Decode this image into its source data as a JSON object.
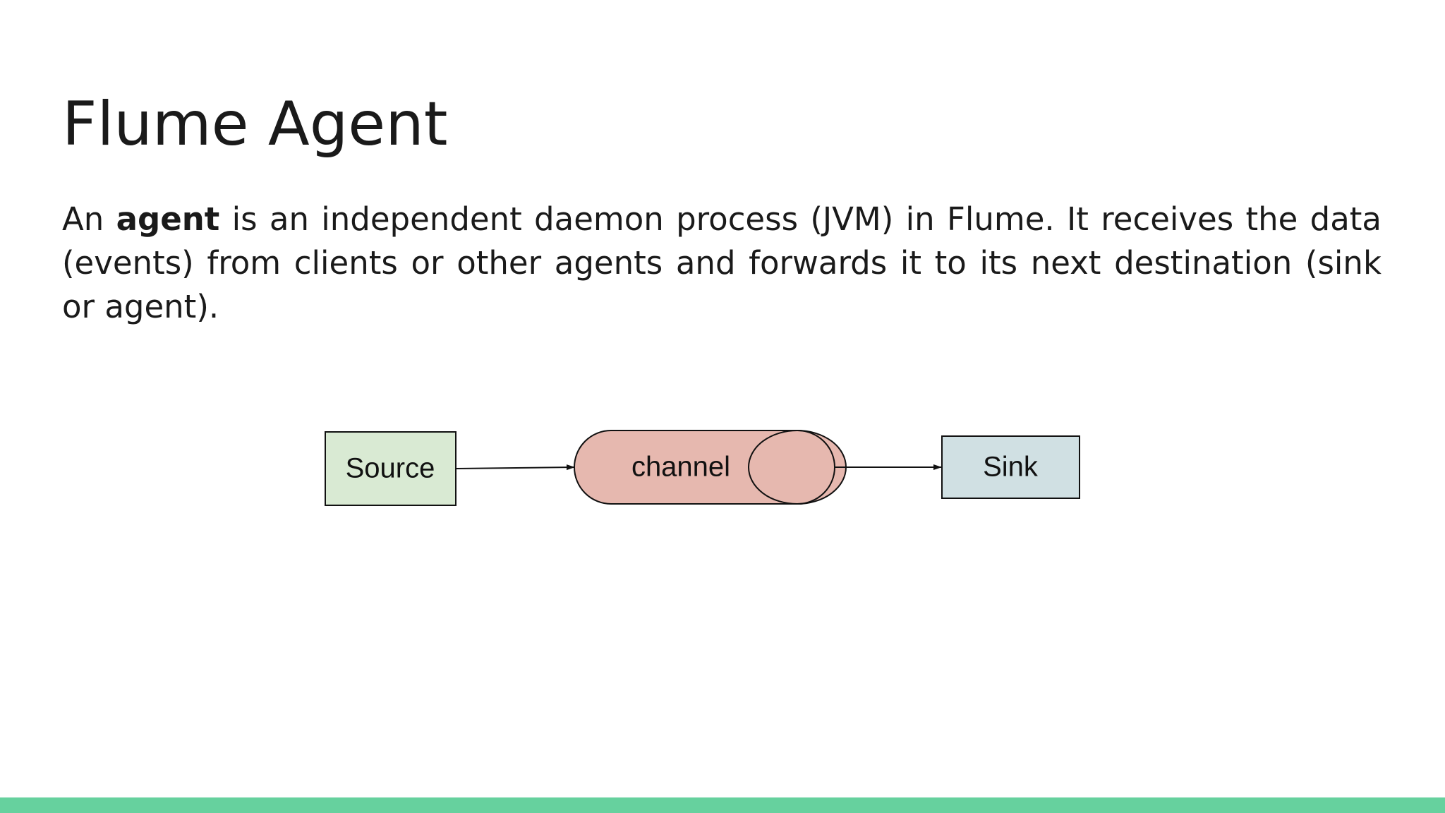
{
  "slide": {
    "title": "Flume Agent",
    "body": {
      "prefix": "An ",
      "bold_term": "agent",
      "suffix": " is an independent daemon process (JVM) in Flume. It receives the data (events) from clients or other agents and forwards it to its next destination (sink or agent)."
    }
  },
  "diagram": {
    "nodes": [
      {
        "id": "source",
        "label": "Source",
        "shape": "rectangle",
        "fill": "#d9ead3"
      },
      {
        "id": "channel",
        "label": "channel",
        "shape": "cylinder",
        "fill": "#e6b8af"
      },
      {
        "id": "sink",
        "label": "Sink",
        "shape": "rectangle",
        "fill": "#d0e0e3"
      }
    ],
    "edges": [
      {
        "from": "source",
        "to": "channel"
      },
      {
        "from": "channel",
        "to": "sink"
      }
    ]
  },
  "colors": {
    "accent_bar": "#66d19e",
    "text": "#1a1a1a"
  }
}
